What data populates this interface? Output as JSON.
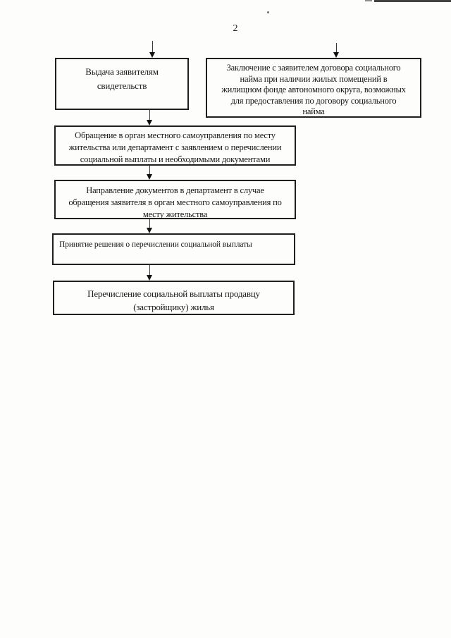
{
  "page": {
    "number": "2",
    "background": "#fdfdfc",
    "ink_color": "#1a1a1a",
    "border_color": "#1f1f1f"
  },
  "flowchart": {
    "boxes": [
      {
        "name": "issue-certificates",
        "text": "Выдача заявителям\nсвидетельств"
      },
      {
        "name": "tenancy-agreement",
        "text": "Заключение с заявителем  договора социального\nнайма при наличии жилых помещений в\nжилищном фонде автономного округа, возможных\nдля предоставления по договору социального\nнайма"
      },
      {
        "name": "application-submission",
        "text": "Обращение в орган местного самоуправления по месту\nжительства или департамент с заявлением о перечислении\nсоциальной выплаты и необходимыми документами"
      },
      {
        "name": "forward-documents",
        "text": "Направление документов в департамент в случае\nобращения заявителя в орган местного самоуправления по\nместу жительства"
      },
      {
        "name": "decision-transfer",
        "text": "Принятие решения о перечислении социальной выплаты"
      },
      {
        "name": "payment-to-seller",
        "text": "Перечисление социальной выплаты продавцу\n(застройщику) жилья"
      }
    ]
  }
}
